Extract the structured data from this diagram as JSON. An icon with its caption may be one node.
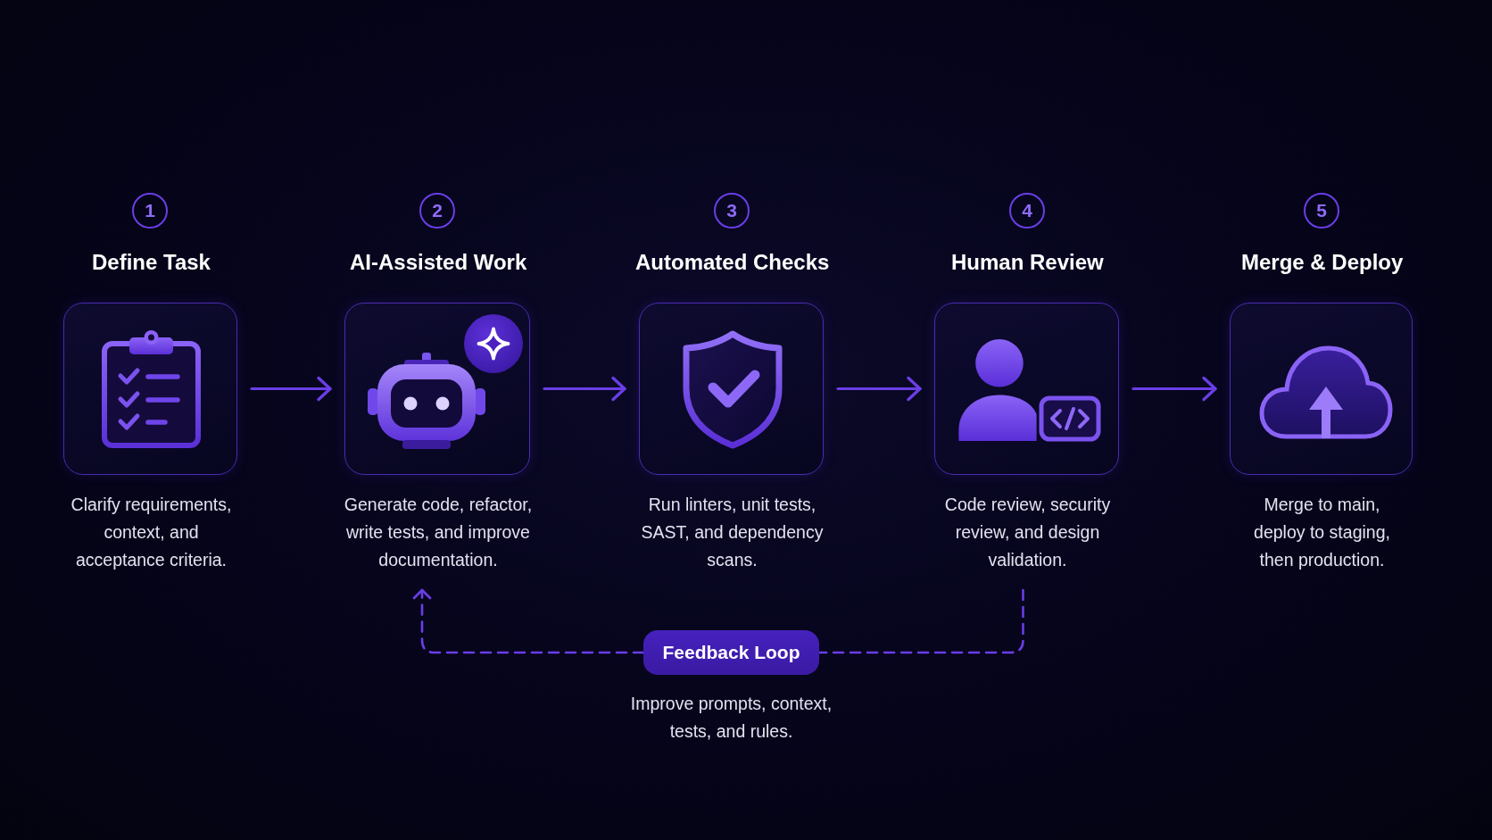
{
  "diagram": {
    "nodes": [
      {
        "text": [
          "1"
        ]
      },
      {
        "text": [
          "Define Task"
        ],
        "beside": [
          "Clarify requirements, context, and acceptance criteria."
        ]
      },
      {
        "text": [
          "2"
        ]
      },
      {
        "text": [
          "AI-Assisted Work"
        ],
        "beside": [
          "Generate code, refactor, write tests, and improve documentation."
        ]
      },
      {
        "text": [
          "3"
        ]
      },
      {
        "text": [
          "Automated Checks"
        ],
        "beside": [
          "Run linters, unit tests, SAST, and dependency scans."
        ]
      },
      {
        "text": [
          "4"
        ]
      },
      {
        "text": [
          "Human Review"
        ],
        "beside": [
          "Code review, security review, and design validation."
        ]
      },
      {
        "text": [
          "5"
        ]
      },
      {
        "text": [
          "Merge & Deploy"
        ],
        "beside": [
          "Merge to main, deploy to staging, then production."
        ]
      },
      {
        "text": [
          "Feedback Loop"
        ],
        "beside": [
          "Improve prompts, context, tests, and rules."
        ]
      }
    ],
    "edges": [
      {
        "from": 1,
        "to": 3,
        "arrow": "to"
      },
      {
        "from": 3,
        "to": 5,
        "arrow": "to"
      },
      {
        "from": 5,
        "to": 7,
        "arrow": "to"
      },
      {
        "from": 7,
        "to": 9,
        "arrow": "to"
      },
      {
        "from": 7,
        "to": 10,
        "arrow": "none",
        "style": "dashed"
      },
      {
        "from": 10,
        "to": 3,
        "arrow": "to",
        "style": "dashed"
      }
    ]
  }
}
